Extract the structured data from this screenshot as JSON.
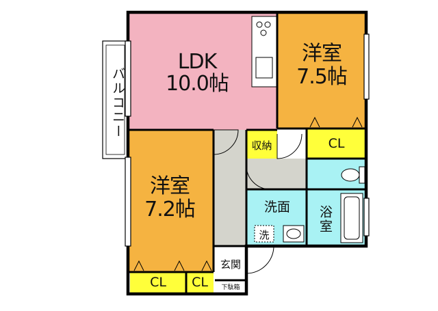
{
  "floorplan": {
    "rooms": {
      "ldk": {
        "name": "LDK",
        "size": "10.0帖"
      },
      "western_room_1": {
        "name": "洋室",
        "size": "7.5帖"
      },
      "western_room_2": {
        "name": "洋室",
        "size": "7.2帖"
      },
      "closet_1": "CL",
      "closet_2": "CL",
      "closet_3": "CL",
      "storage": "収納",
      "washroom": "洗面",
      "washer": "洗",
      "bathroom": "浴室",
      "entrance": "玄関",
      "shoe_box": "下駄箱",
      "balcony": "バルコニー"
    },
    "colors": {
      "ldk": "#f3b3c0",
      "western": "#f5b341",
      "closet": "#ffff3a",
      "water": "#a9f2f4",
      "hall": "#d4d4cc",
      "wall": "#000000"
    }
  }
}
